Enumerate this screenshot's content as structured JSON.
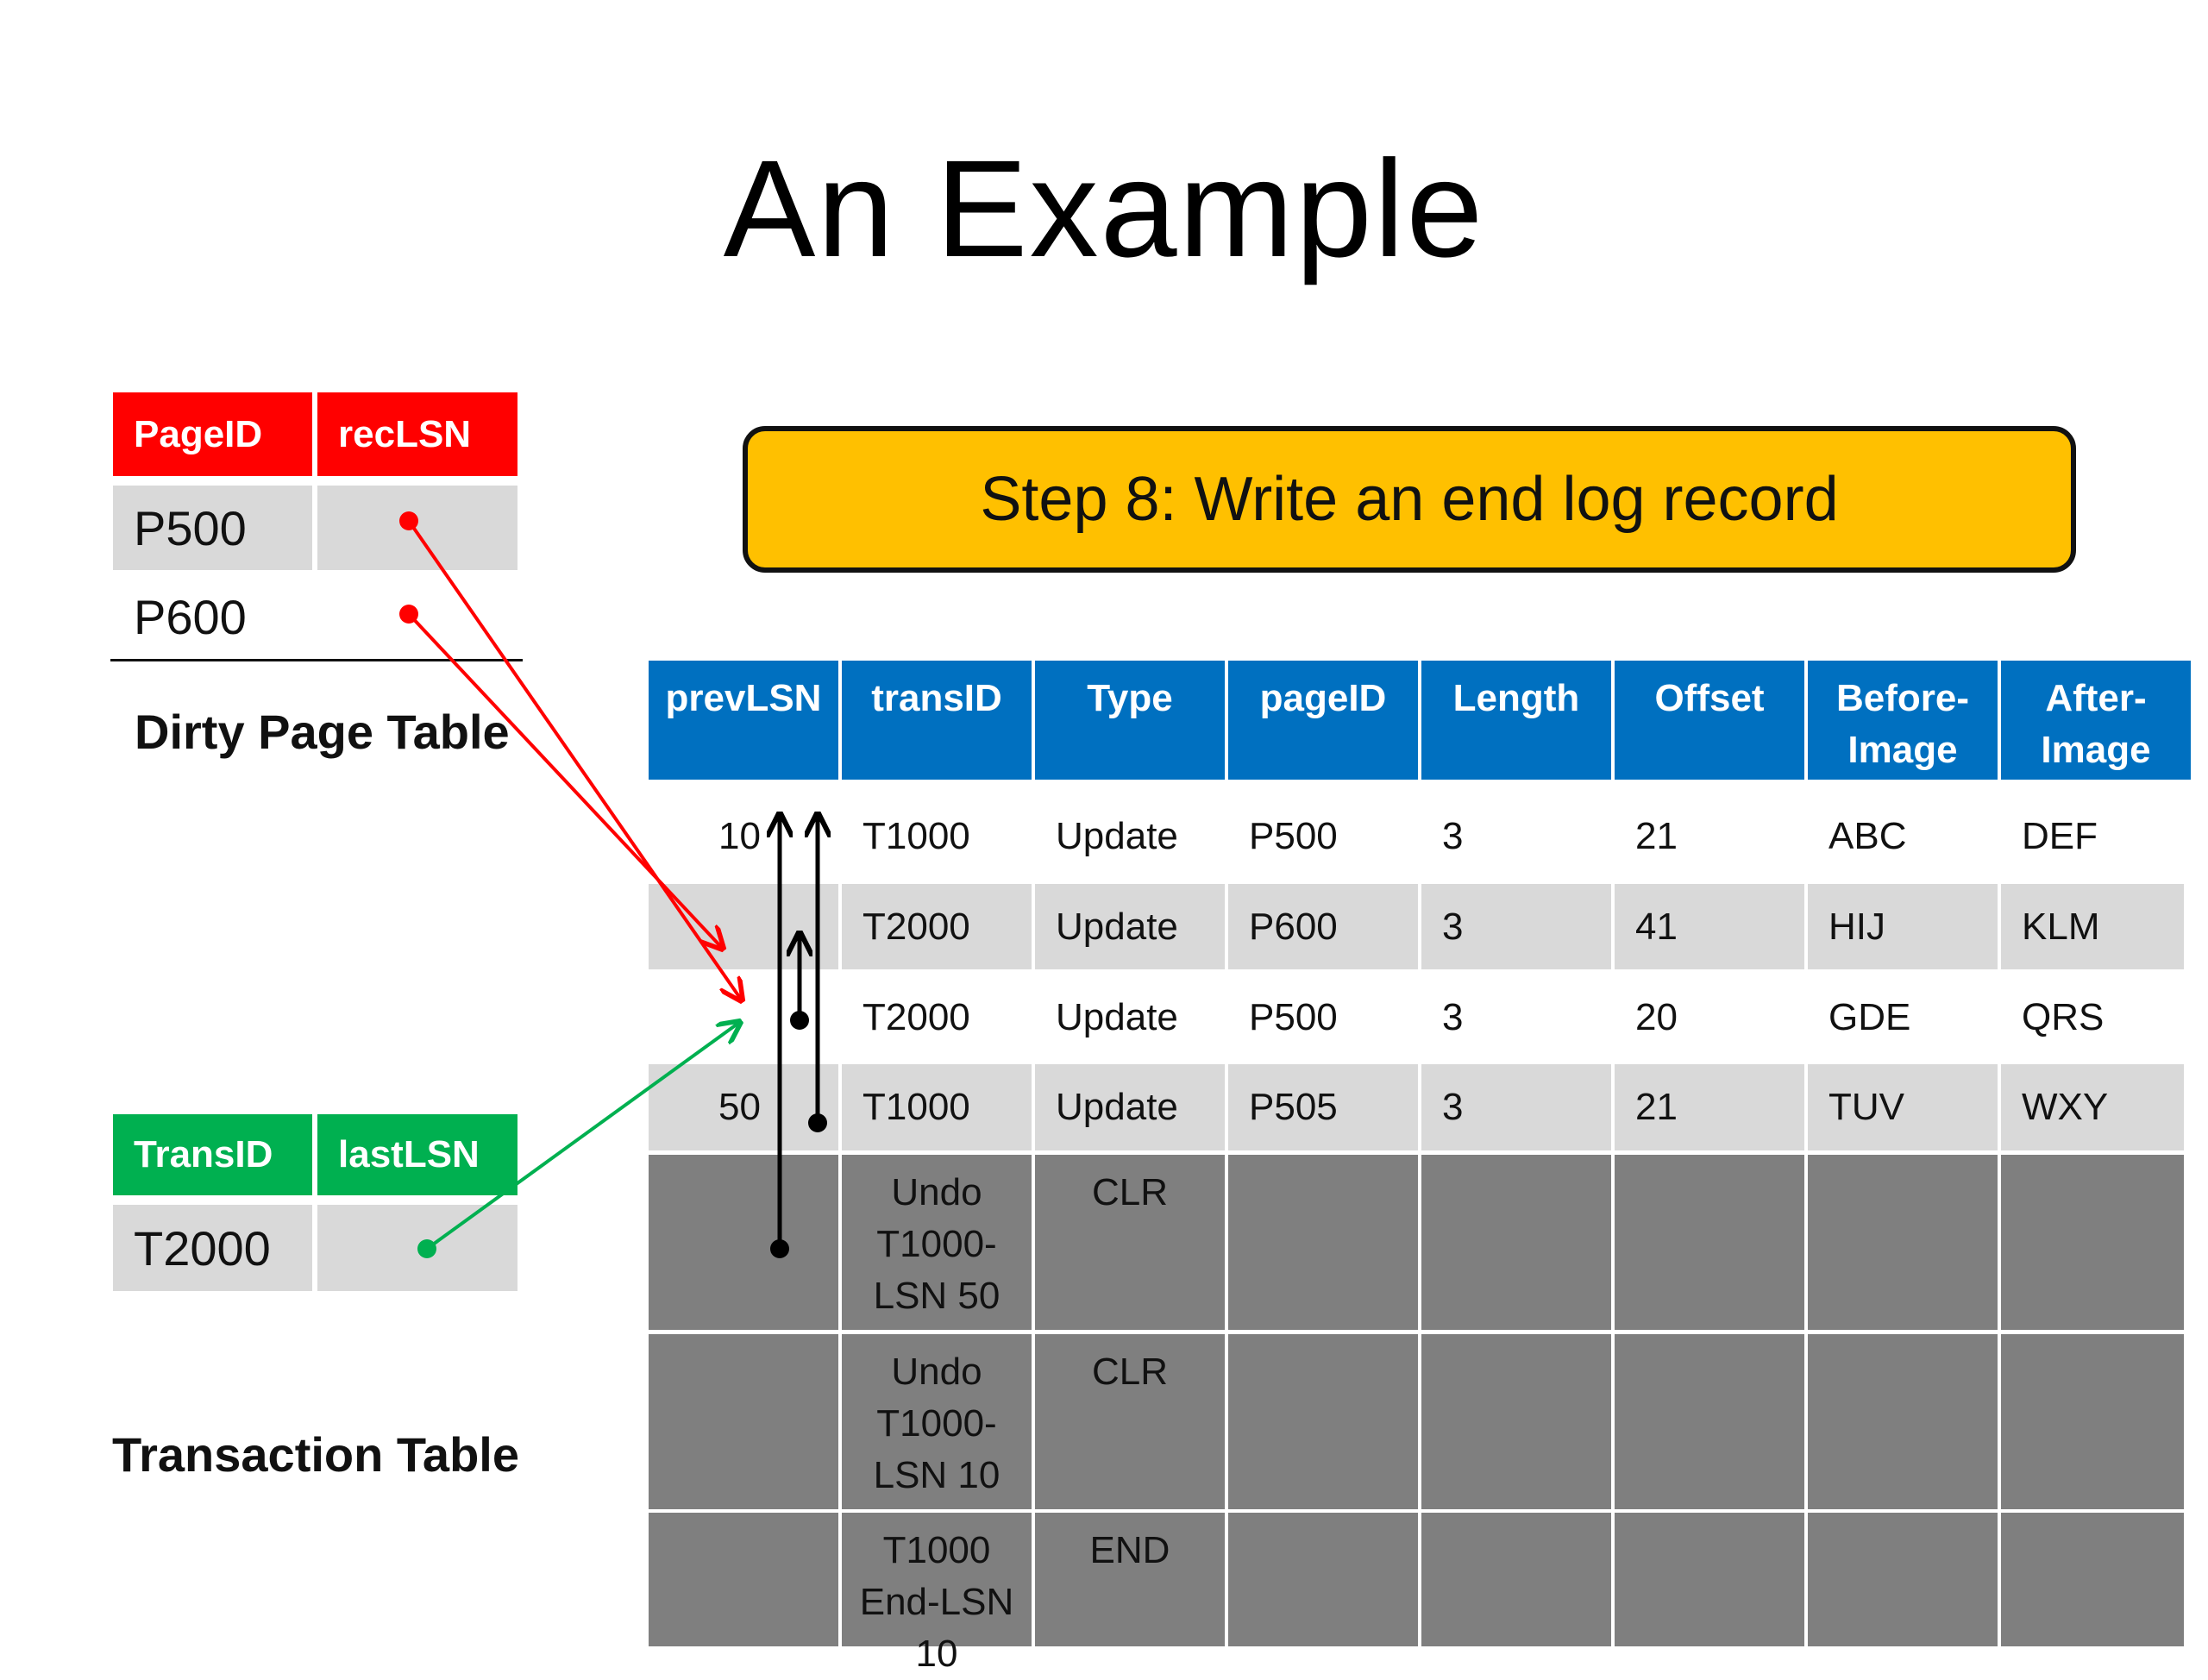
{
  "title": "An Example",
  "step": "Step 8: Write an end log record",
  "dirty_page_table": {
    "caption": "Dirty Page Table",
    "headers": [
      "PageID",
      "recLSN"
    ],
    "rows": [
      {
        "page_id": "P500",
        "rec_lsn": ""
      },
      {
        "page_id": "P600",
        "rec_lsn": ""
      }
    ]
  },
  "transaction_table": {
    "caption": "Transaction Table",
    "headers": [
      "TransID",
      "lastLSN"
    ],
    "rows": [
      {
        "trans_id": "T2000",
        "last_lsn": ""
      }
    ]
  },
  "log": {
    "headers": [
      "prevLSN",
      "transID",
      "Type",
      "pageID",
      "Length",
      "Offset",
      "Before-Image",
      "After-Image"
    ],
    "rows": [
      {
        "prev_lsn": "10",
        "trans_id": "T1000",
        "type": "Update",
        "page_id": "P500",
        "length": "3",
        "offset": "21",
        "before": "ABC",
        "after": "DEF"
      },
      {
        "prev_lsn": "",
        "trans_id": "T2000",
        "type": "Update",
        "page_id": "P600",
        "length": "3",
        "offset": "41",
        "before": "HIJ",
        "after": "KLM"
      },
      {
        "prev_lsn": "",
        "trans_id": "T2000",
        "type": "Update",
        "page_id": "P500",
        "length": "3",
        "offset": "20",
        "before": "GDE",
        "after": "QRS"
      },
      {
        "prev_lsn": "50",
        "trans_id": "T1000",
        "type": "Update",
        "page_id": "P505",
        "length": "3",
        "offset": "21",
        "before": "TUV",
        "after": "WXY"
      },
      {
        "prev_lsn": "",
        "trans_id": "Undo T1000-LSN 50",
        "type": "CLR",
        "page_id": "",
        "length": "",
        "offset": "",
        "before": "",
        "after": ""
      },
      {
        "prev_lsn": "",
        "trans_id": "Undo T1000-LSN 10",
        "type": "CLR",
        "page_id": "",
        "length": "",
        "offset": "",
        "before": "",
        "after": ""
      },
      {
        "prev_lsn": "",
        "trans_id": "T1000 End-LSN 10",
        "type": "END",
        "page_id": "",
        "length": "",
        "offset": "",
        "before": "",
        "after": ""
      }
    ]
  },
  "colors": {
    "dirty_header": "#FF0000",
    "trans_header": "#00B050",
    "log_header": "#0070C0",
    "step_box": "#FFC000",
    "pointer_red": "#FF0000",
    "pointer_green": "#00B050",
    "pointer_black": "#000000"
  }
}
